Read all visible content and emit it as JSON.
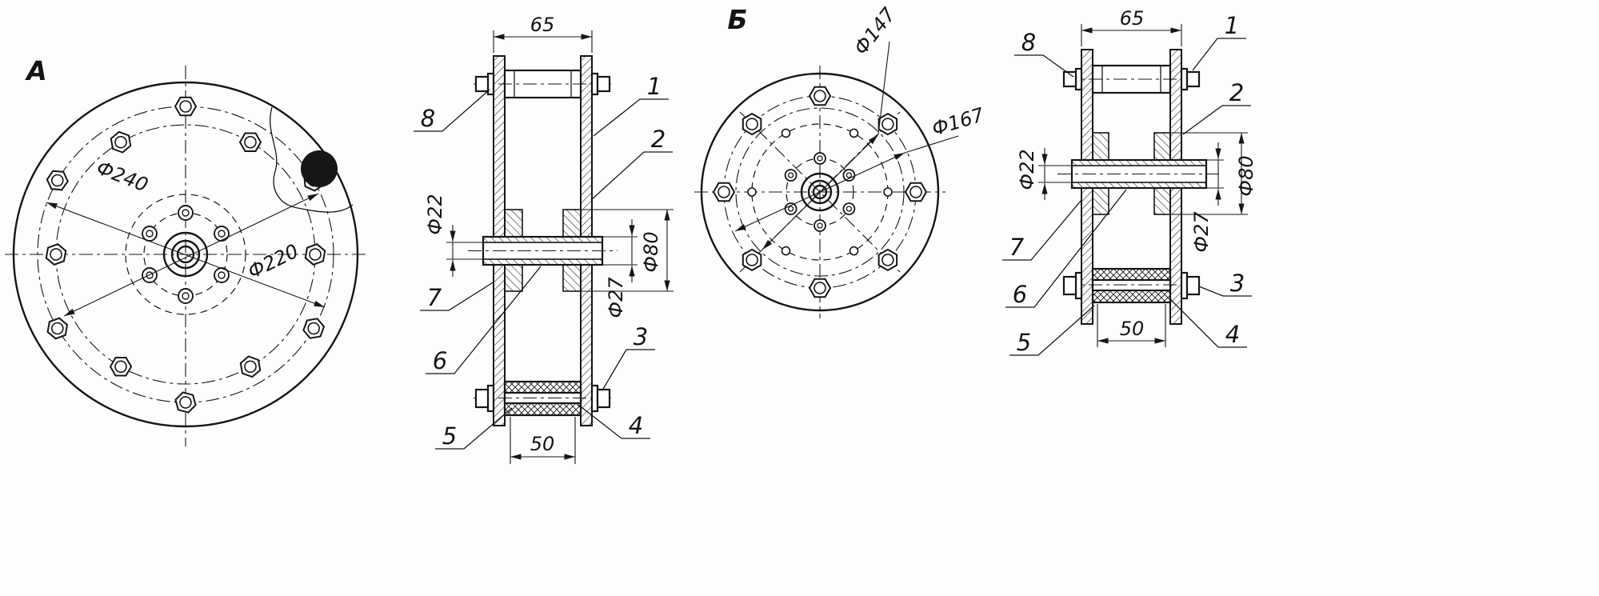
{
  "colors": {
    "ink": "#161616",
    "paper": "#fdfdfc"
  },
  "view_a": {
    "label": "A",
    "dia_240": "Ф240",
    "dia_220": "Ф220"
  },
  "section_a": {
    "dim_top_width": "65",
    "dim_bore": "Ф22",
    "dim_tube": "Ф27",
    "dim_flange": "Ф80",
    "dim_bottom_width": "50",
    "callouts": [
      "1",
      "2",
      "3",
      "4",
      "5",
      "6",
      "7",
      "8"
    ]
  },
  "view_b": {
    "label": "Б",
    "dia_147": "Ф147",
    "dia_167": "Ф167"
  },
  "section_b": {
    "dim_top_width": "65",
    "dim_bore": "Ф22",
    "dim_tube": "Ф27",
    "dim_flange": "Ф80",
    "dim_bottom_width": "50",
    "callouts": [
      "1",
      "2",
      "3",
      "4",
      "5",
      "6",
      "7",
      "8"
    ]
  }
}
